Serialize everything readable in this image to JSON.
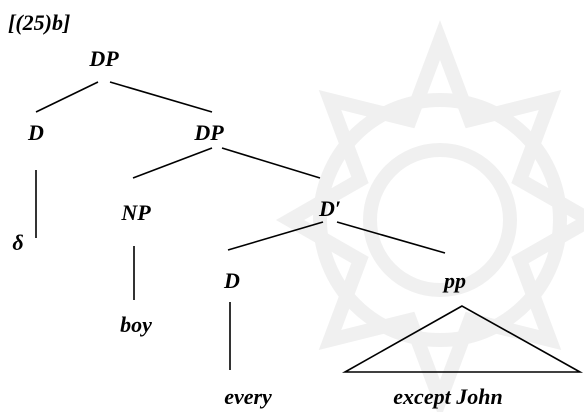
{
  "example_label": "[(25)b]",
  "nodes": {
    "dp_root": "DP",
    "d_left": "D",
    "delta": "δ",
    "dp_inner": "DP",
    "np": "NP",
    "boy": "boy",
    "d_bar": "D′",
    "d_inner": "D",
    "every": "every",
    "pp": "pp",
    "except_john": "except John"
  },
  "colors": {
    "ink": "#000000",
    "watermark": "#e6e6e6",
    "background": "#ffffff"
  }
}
